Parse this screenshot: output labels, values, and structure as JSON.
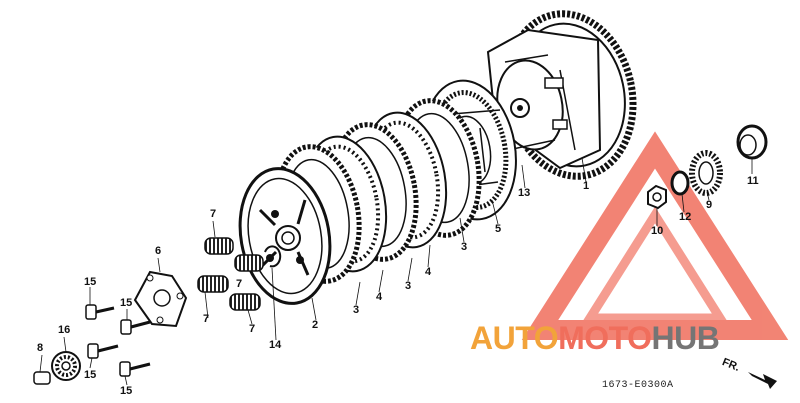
{
  "callouts": [
    {
      "id": "1",
      "text": "1"
    },
    {
      "id": "2",
      "text": "2"
    },
    {
      "id": "3a",
      "text": "3"
    },
    {
      "id": "3b",
      "text": "3"
    },
    {
      "id": "3c",
      "text": "3"
    },
    {
      "id": "4a",
      "text": "4"
    },
    {
      "id": "4b",
      "text": "4"
    },
    {
      "id": "5",
      "text": "5"
    },
    {
      "id": "6",
      "text": "6"
    },
    {
      "id": "7a",
      "text": "7"
    },
    {
      "id": "7b",
      "text": "7"
    },
    {
      "id": "7c",
      "text": "7"
    },
    {
      "id": "7d",
      "text": "7"
    },
    {
      "id": "8",
      "text": "8"
    },
    {
      "id": "9",
      "text": "9"
    },
    {
      "id": "10",
      "text": "10"
    },
    {
      "id": "11",
      "text": "11"
    },
    {
      "id": "12",
      "text": "12"
    },
    {
      "id": "13",
      "text": "13"
    },
    {
      "id": "14",
      "text": "14"
    },
    {
      "id": "15a",
      "text": "15"
    },
    {
      "id": "15b",
      "text": "15"
    },
    {
      "id": "15c",
      "text": "15"
    },
    {
      "id": "15d",
      "text": "15"
    },
    {
      "id": "16",
      "text": "16"
    }
  ],
  "part_code": "1673-E0300A",
  "direction_label": "FR.",
  "watermark": {
    "part1": "AUTO",
    "part2": "MOTO",
    "part3": "HUB",
    "colors": {
      "orange": "#f2a33a",
      "red": "#f06e5c",
      "gray": "#757575"
    }
  }
}
